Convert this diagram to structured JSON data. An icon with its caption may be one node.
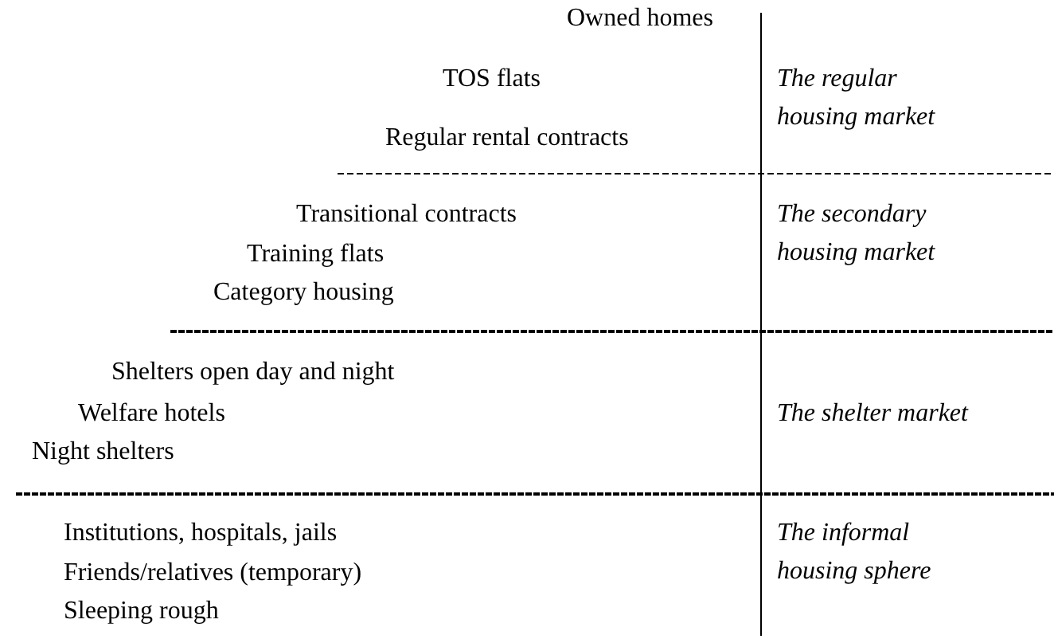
{
  "diagram": {
    "labels": [
      "Owned homes",
      "TOS flats",
      "The regular housing market",
      "Regular rental contracts",
      "Transitional contracts",
      "The secondary housing market",
      "Training flats",
      "Category housing",
      "Shelters open day and night",
      "Welfare hotels",
      "The shelter market",
      "Night shelters",
      "Institutions, hospitals, jails",
      "The informal housing sphere",
      "Friends/relatives (temporary)",
      "Sleeping rough"
    ]
  }
}
